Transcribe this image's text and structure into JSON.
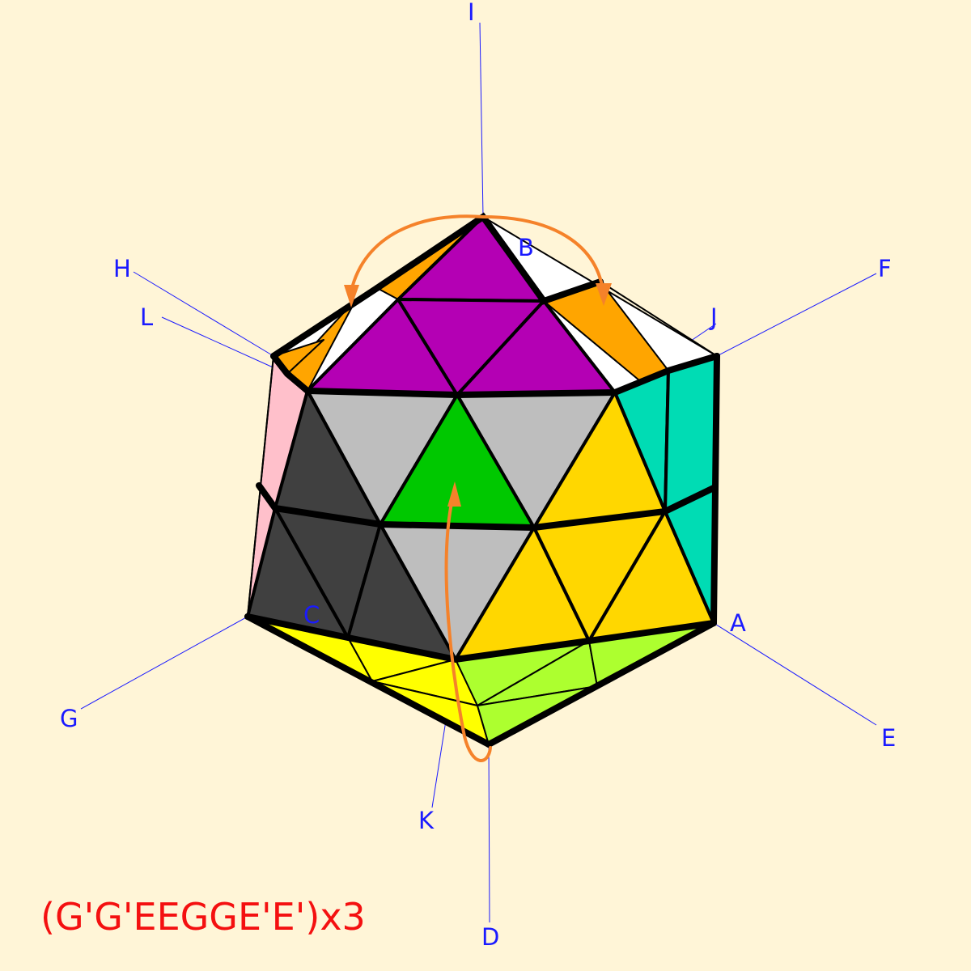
{
  "formula": "(G'G'EEGGE'E')x3",
  "axis_labels": [
    "I",
    "B",
    "H",
    "L",
    "J",
    "F",
    "C",
    "A",
    "G",
    "E",
    "K",
    "D"
  ],
  "colors": {
    "background": "#fff5d7",
    "purple": "#b400b4",
    "white": "#ffffff",
    "orange": "#ffa500",
    "grey": "#bebebe",
    "dark_grey": "#404040",
    "green": "#00c800",
    "gold": "#ffd700",
    "teal": "#00dcb4",
    "pink": "#ffc0cb",
    "yellow": "#ffff00",
    "lime": "#adff2f",
    "arrow": "#f5822a",
    "axis": "#1a1aff",
    "formula": "#f41010"
  }
}
